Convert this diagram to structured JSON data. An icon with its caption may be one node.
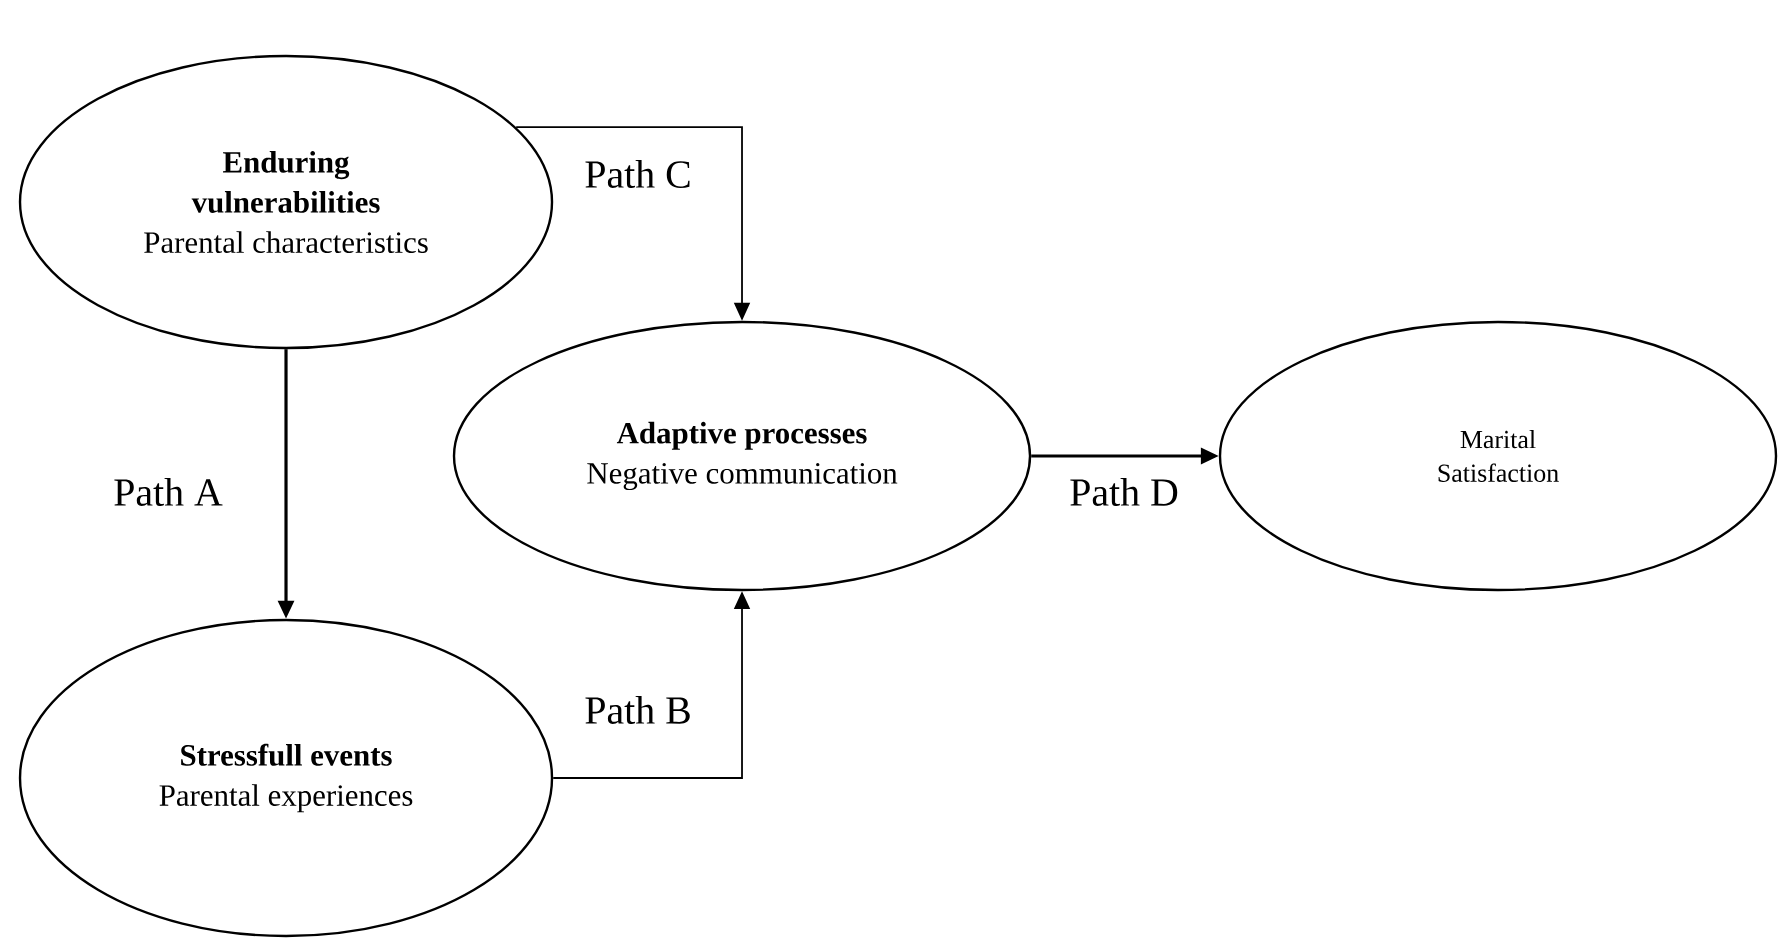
{
  "diagram": {
    "nodes": [
      {
        "text": [
          "Enduring vulnerabilities",
          "Parental characteristics"
        ]
      },
      {
        "text": [
          "Stressfull events",
          "Parental experiences"
        ]
      },
      {
        "text": [
          "Adaptive processes",
          "Negative communication"
        ]
      },
      {
        "text": [
          "Marital Satisfaction"
        ]
      }
    ],
    "edges": [
      {
        "from": 0,
        "to": 1,
        "arrow": "to",
        "label": "Path A"
      },
      {
        "from": 1,
        "to": 2,
        "arrow": "to",
        "label": "Path B"
      },
      {
        "from": 0,
        "to": 2,
        "arrow": "to",
        "label": "Path C"
      },
      {
        "from": 2,
        "to": 3,
        "arrow": "to",
        "label": "Path D"
      }
    ]
  }
}
